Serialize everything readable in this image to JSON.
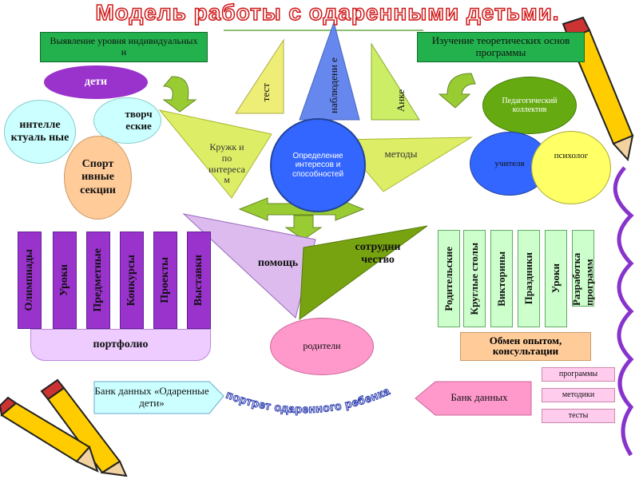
{
  "title": "Модель работы с одаренными детьми.",
  "top_left_box": "Выявление уровня индивидуальных и",
  "top_right_box": "Изучение теоретических основ программы",
  "children": {
    "deti": "дети",
    "intellect": "интелле ктуаль ные",
    "creative": "творч еские",
    "sport": "Спорт ивные секции"
  },
  "triangles": {
    "test": "тест",
    "observation": "наблюдени е",
    "survey": "Анке",
    "clubs": "Кружк и по интереса м",
    "methods": "методы"
  },
  "center_circle": "Определение интересов и способностей",
  "staff": {
    "pedagogical": "Педагогический коллектив",
    "teachers": "учителя",
    "psychologist": "психолог"
  },
  "left_columns": [
    "Олимпиады",
    "Уроки",
    "Предметные",
    "Конкурсы",
    "Проекты",
    "Выставки"
  ],
  "portfolio": "портфолио",
  "help": "помощь",
  "cooperation": "сотрудни чество",
  "parents": "родители",
  "right_columns": [
    "Родительские",
    "Круглые столы",
    "Викторины",
    "Праздники",
    "Уроки",
    "Разработка программ"
  ],
  "exchange": "Обмен опытом,",
  "exchange_cont": "консультации",
  "bank_left": "Банк данных «Одаренные дети»",
  "bank_right": "Банк данных",
  "bank_items": [
    "программы",
    "методики",
    "тесты"
  ],
  "portrait": "портрет одаренного ребенка",
  "colors": {
    "green_box": "#22b14c",
    "purple": "#9933cc",
    "lilac": "#cc99ee",
    "light_cyan": "#ccffff",
    "salmon": "#ffcc99",
    "pink": "#ff99cc",
    "olive": "#669900",
    "yellow_green": "#ddee66",
    "yellow": "#ffff66",
    "blue_circle": "#6699ff",
    "title_red": "#d01818"
  }
}
